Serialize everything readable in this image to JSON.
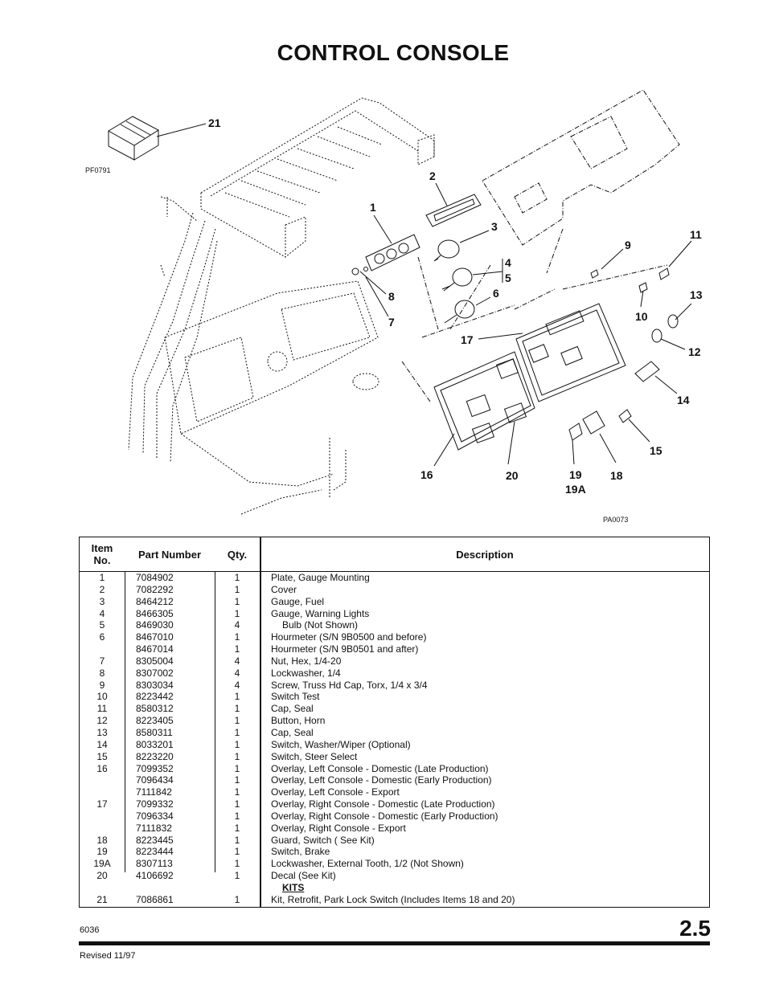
{
  "page": {
    "title": "CONTROL CONSOLE",
    "doc_number": "6036",
    "page_number": "2.5",
    "revised": "Revised 11/97"
  },
  "diagram": {
    "figure_ids": [
      "PF0791",
      "PA0073"
    ],
    "callouts": [
      "21",
      "2",
      "1",
      "3",
      "4",
      "5",
      "6",
      "8",
      "7",
      "9",
      "11",
      "10",
      "13",
      "17",
      "12",
      "14",
      "15",
      "16",
      "20",
      "19",
      "19A",
      "18"
    ]
  },
  "table": {
    "headers": {
      "item": "Item\nNo.",
      "part": "Part Number",
      "qty": "Qty.",
      "desc": "Description"
    },
    "rows": [
      {
        "item": "1",
        "part": "7084902",
        "qty": "1",
        "desc": "Plate, Gauge Mounting"
      },
      {
        "item": "2",
        "part": "7082292",
        "qty": "1",
        "desc": "Cover"
      },
      {
        "item": "3",
        "part": "8464212",
        "qty": "1",
        "desc": "Gauge, Fuel"
      },
      {
        "item": "4",
        "part": "8466305",
        "qty": "1",
        "desc": "Gauge, Warning Lights"
      },
      {
        "item": "5",
        "part": "8469030",
        "qty": "4",
        "desc": "Bulb (Not Shown)",
        "indent": true
      },
      {
        "item": "6",
        "part": "8467010",
        "qty": "1",
        "desc": "Hourmeter (S/N 9B0500 and before)"
      },
      {
        "item": "",
        "part": "8467014",
        "qty": "1",
        "desc": "Hourmeter (S/N 9B0501 and after)"
      },
      {
        "item": "7",
        "part": "8305004",
        "qty": "4",
        "desc": "Nut, Hex, 1/4-20"
      },
      {
        "item": "8",
        "part": "8307002",
        "qty": "4",
        "desc": "Lockwasher, 1/4"
      },
      {
        "item": "9",
        "part": "8303034",
        "qty": "4",
        "desc": "Screw, Truss Hd Cap, Torx, 1/4 x 3/4"
      },
      {
        "item": "10",
        "part": "8223442",
        "qty": "1",
        "desc": "Switch Test"
      },
      {
        "item": "11",
        "part": "8580312",
        "qty": "1",
        "desc": "Cap, Seal"
      },
      {
        "item": "12",
        "part": "8223405",
        "qty": "1",
        "desc": "Button, Horn"
      },
      {
        "item": "13",
        "part": "8580311",
        "qty": "1",
        "desc": "Cap, Seal"
      },
      {
        "item": "14",
        "part": "8033201",
        "qty": "1",
        "desc": "Switch, Washer/Wiper (Optional)"
      },
      {
        "item": "15",
        "part": "8223220",
        "qty": "1",
        "desc": "Switch, Steer Select"
      },
      {
        "item": "16",
        "part": "7099352",
        "qty": "1",
        "desc": "Overlay, Left Console - Domestic (Late Production)"
      },
      {
        "item": "",
        "part": "7096434",
        "qty": "1",
        "desc": "Overlay, Left Console - Domestic (Early Production)"
      },
      {
        "item": "",
        "part": "7111842",
        "qty": "1",
        "desc": "Overlay, Left Console - Export"
      },
      {
        "item": "17",
        "part": "7099332",
        "qty": "1",
        "desc": "Overlay, Right Console - Domestic (Late Production)"
      },
      {
        "item": "",
        "part": "7096334",
        "qty": "1",
        "desc": "Overlay, Right Console - Domestic (Early Production)"
      },
      {
        "item": "",
        "part": "7111832",
        "qty": "1",
        "desc": "Overlay, Right Console - Export"
      },
      {
        "item": "18",
        "part": "8223445",
        "qty": "1",
        "desc": "Guard, Switch ( See Kit)"
      },
      {
        "item": "19",
        "part": "8223444",
        "qty": "1",
        "desc": "Switch, Brake"
      },
      {
        "item": "19A",
        "part": "8307113",
        "qty": "1",
        "desc": "Lockwasher, External Tooth, 1/2 (Not Shown)"
      },
      {
        "item": "20",
        "part": "4106692",
        "qty": "1",
        "desc": "Decal (See Kit)"
      },
      {
        "item": "",
        "part": "",
        "qty": "",
        "desc": "KITS",
        "kits": true
      },
      {
        "item": "21",
        "part": "7086861",
        "qty": "1",
        "desc": "Kit, Retrofit, Park Lock Switch (Includes Items 18 and 20)"
      }
    ]
  }
}
